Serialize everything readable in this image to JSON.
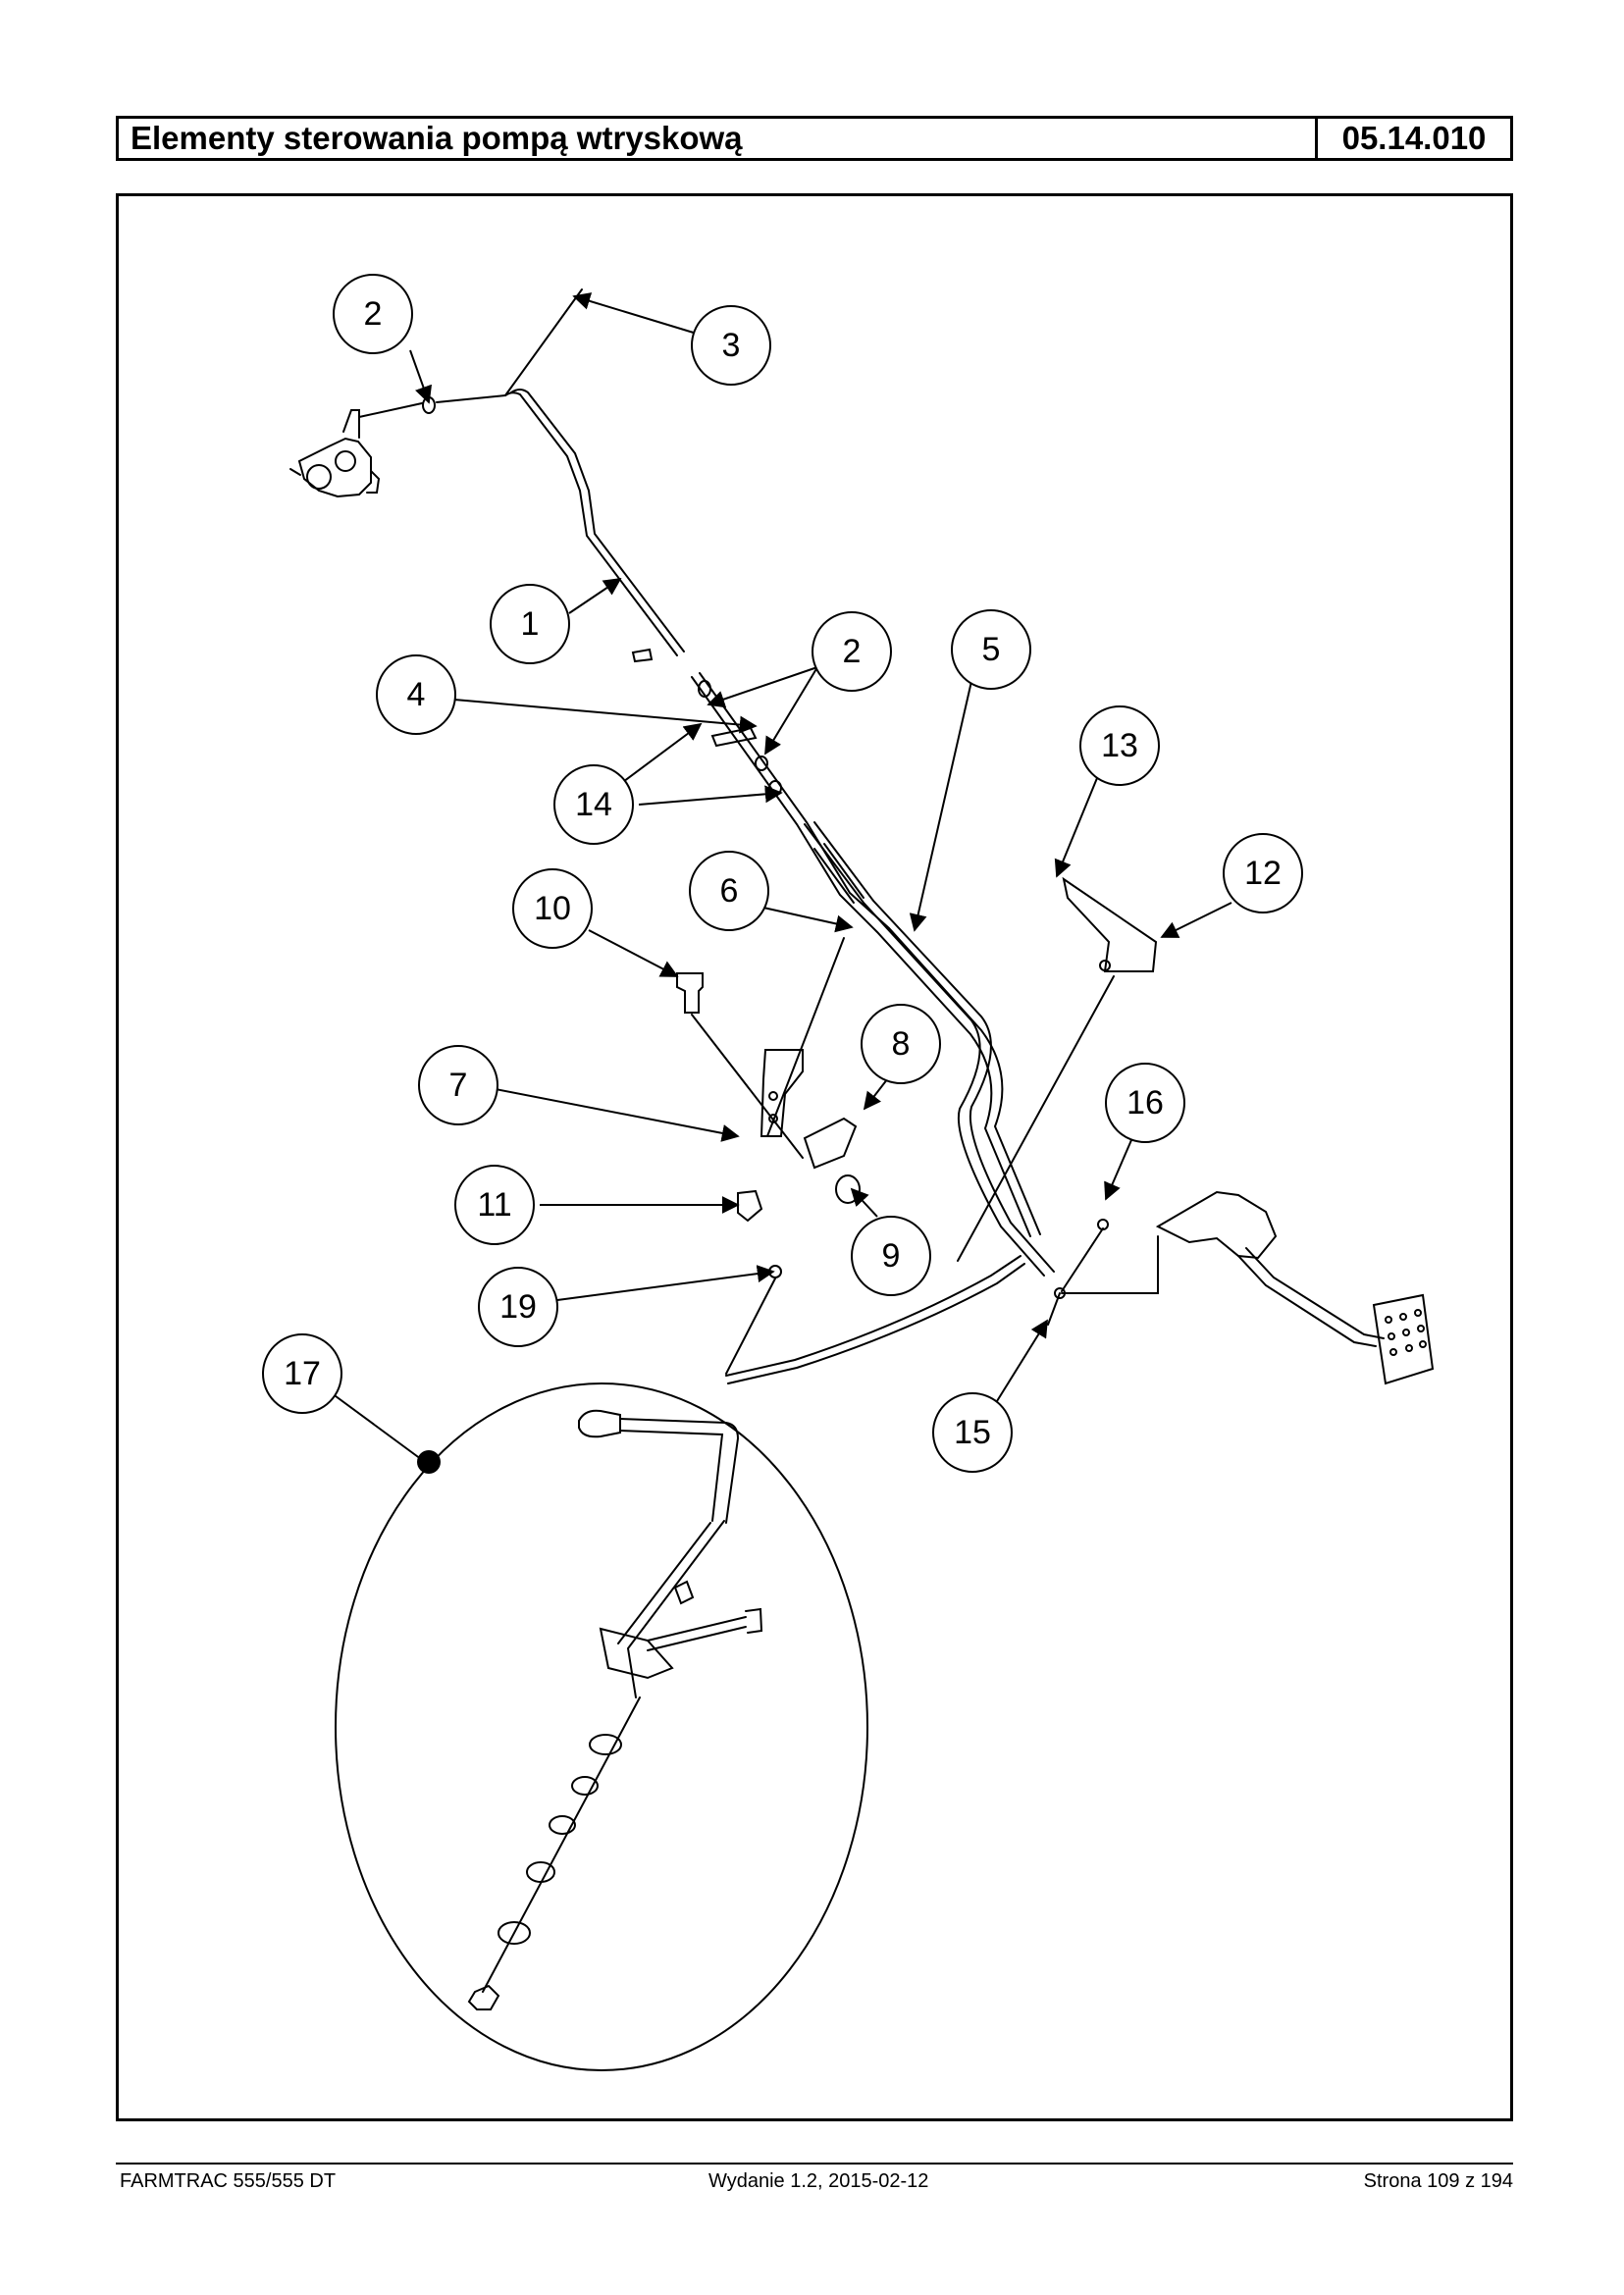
{
  "header": {
    "title": "Elementy sterowania pompą wtryskową",
    "code": "05.14.010"
  },
  "callouts": [
    {
      "id": "c2a",
      "label": "2"
    },
    {
      "id": "c3",
      "label": "3"
    },
    {
      "id": "c1",
      "label": "1"
    },
    {
      "id": "c2b",
      "label": "2"
    },
    {
      "id": "c5",
      "label": "5"
    },
    {
      "id": "c4",
      "label": "4"
    },
    {
      "id": "c13",
      "label": "13"
    },
    {
      "id": "c14",
      "label": "14"
    },
    {
      "id": "c12",
      "label": "12"
    },
    {
      "id": "c10",
      "label": "10"
    },
    {
      "id": "c6",
      "label": "6"
    },
    {
      "id": "c8",
      "label": "8"
    },
    {
      "id": "c7",
      "label": "7"
    },
    {
      "id": "c16",
      "label": "16"
    },
    {
      "id": "c11",
      "label": "11"
    },
    {
      "id": "c9",
      "label": "9"
    },
    {
      "id": "c19",
      "label": "19"
    },
    {
      "id": "c17",
      "label": "17"
    },
    {
      "id": "c15",
      "label": "15"
    }
  ],
  "footer": {
    "left": "FARMTRAC 555/555 DT",
    "center": "Wydanie 1.2,  2015-02-12",
    "right": "Strona 109 z 194"
  }
}
